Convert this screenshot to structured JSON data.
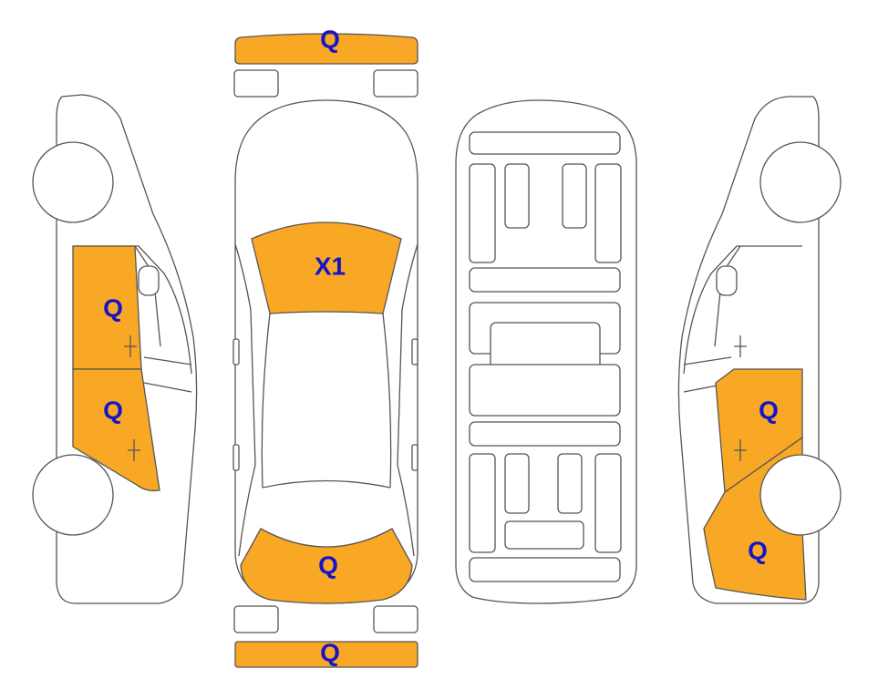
{
  "colors": {
    "damage_fill": "#F9A825",
    "label": "#1414C8",
    "outline": "#555555"
  },
  "views": {
    "left_side": {
      "front_door_label": "Q",
      "rear_door_label": "Q"
    },
    "top": {
      "front_bumper_label": "Q",
      "windshield_label": "X1",
      "trunk_label": "Q",
      "rear_bumper_label": "Q"
    },
    "right_side": {
      "rear_door_label": "Q",
      "rear_quarter_label": "Q"
    }
  }
}
